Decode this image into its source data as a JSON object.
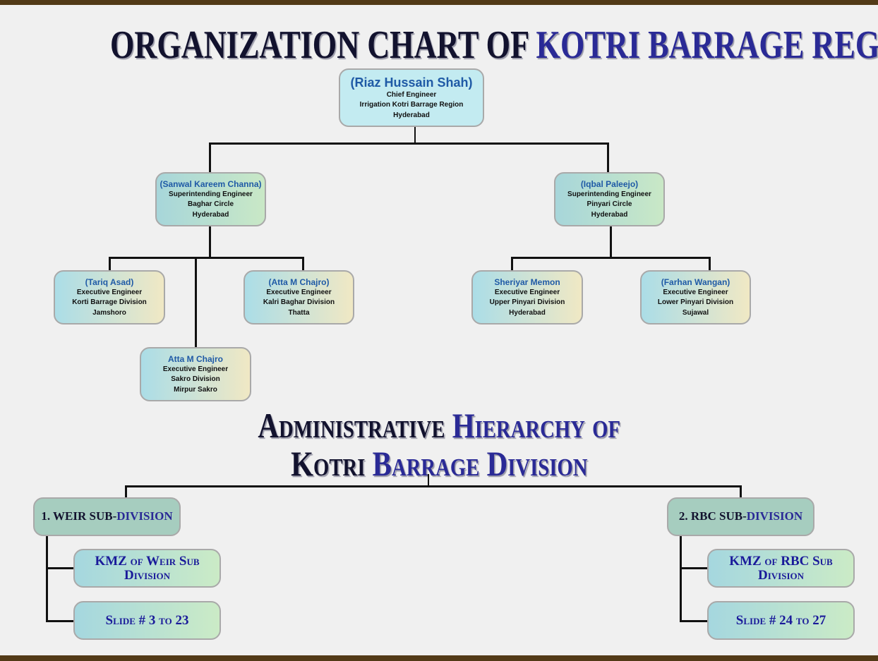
{
  "title": {
    "part1": "ORGANIZATION CHART OF",
    "part2": "KOTRI BARRAGE REGION"
  },
  "org": {
    "chief": {
      "name": "(Riaz Hussain Shah)",
      "lines": [
        "Chief Engineer",
        "Irrigation Kotri Barrage Region",
        "Hyderabad"
      ]
    },
    "se_left": {
      "name": "(Sanwal Kareem Channa)",
      "lines": [
        "Superintending Engineer",
        "Baghar Circle",
        "Hyderabad"
      ]
    },
    "se_right": {
      "name": "(Iqbal Paleejo)",
      "lines": [
        "Superintending Engineer",
        "Pinyari Circle",
        "Hyderabad"
      ]
    },
    "ee1": {
      "name": "(Tariq Asad)",
      "lines": [
        "Executive Engineer",
        "Korti Barrage Division",
        "Jamshoro"
      ]
    },
    "ee2": {
      "name": "(Atta M Chajro)",
      "lines": [
        "Executive Engineer",
        "Kalri Baghar Division",
        "Thatta"
      ]
    },
    "ee3": {
      "name": "Atta M Chajro",
      "lines": [
        "Executive Engineer",
        "Sakro Division",
        "Mirpur Sakro"
      ]
    },
    "ee4": {
      "name": "Sheriyar Memon",
      "lines": [
        "Executive Engineer",
        "Upper Pinyari Division",
        "Hyderabad"
      ]
    },
    "ee5": {
      "name": "(Farhan Wangan)",
      "lines": [
        "Executive Engineer",
        "Lower Pinyari Division",
        "Sujawal"
      ]
    }
  },
  "hierarchy": {
    "title_line1a": "Administrative",
    "title_line1b": "Hierarchy of",
    "title_line2a": "Kotri",
    "title_line2b": "Barrage Division",
    "weir": {
      "label_a": "1. WEIR SUB-",
      "label_b": "DIVISION",
      "kmz": "KMZ of Weir Sub Division",
      "slides": "Slide # 3 to 23"
    },
    "rbc": {
      "label_a": "2. RBC SUB-",
      "label_b": "DIVISION",
      "kmz": "KMZ of RBC Sub Division",
      "slides": "Slide # 24 to 27"
    }
  },
  "colors": {
    "frame": "#523a17",
    "accent": "#2a2a96",
    "name": "#1f5aa6"
  }
}
